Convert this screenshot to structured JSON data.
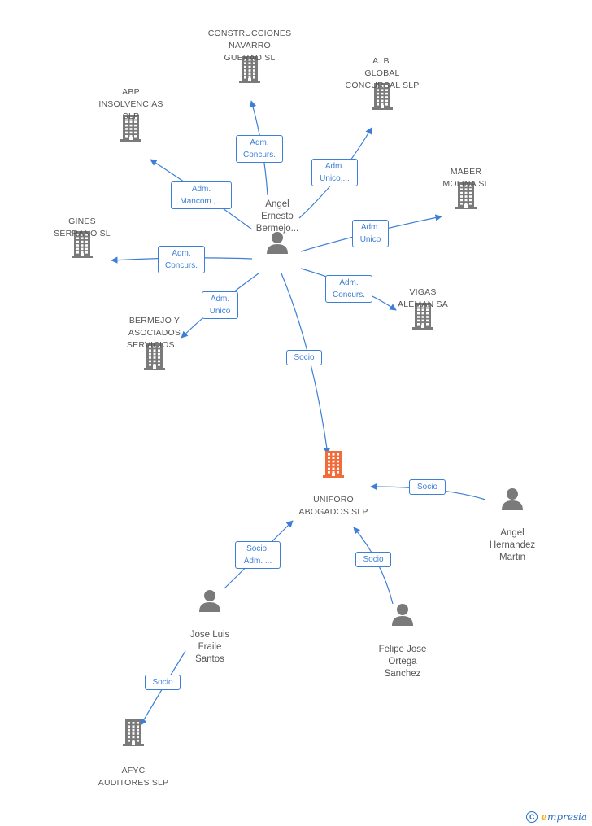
{
  "colors": {
    "edge": "#3d7fd6",
    "building": "#7a7a7a",
    "building_focus": "#f26b3a",
    "person": "#7a7a7a",
    "label": "#555555"
  },
  "nodes": {
    "uniforo": {
      "label": "UNIFORO\nABOGADOS SLP",
      "icon": "building-icon",
      "focus": true
    },
    "angel_bermejo": {
      "label": "Angel\nErnesto\nBermejo...",
      "icon": "person-icon"
    },
    "construcciones_navarro": {
      "label": "CONSTRUCCIONES\nNAVARRO\nGUERAO SL",
      "icon": "building-icon"
    },
    "ab_global": {
      "label": "A.  B.\nGLOBAL\nCONCURSAL SLP",
      "icon": "building-icon"
    },
    "abp_insolvencias": {
      "label": "ABP\nINSOLVENCIAS\nSLP",
      "icon": "building-icon"
    },
    "maber_molina": {
      "label": "MABER\nMOLINA SL",
      "icon": "building-icon"
    },
    "gines_serrano": {
      "label": "GINES\nSERRANO  SL",
      "icon": "building-icon"
    },
    "vigas_aleman": {
      "label": "VIGAS\nALEMAN SA",
      "icon": "building-icon"
    },
    "bermejo_asociados": {
      "label": "BERMEJO Y\nASOCIADOS\nSERVICIOS...",
      "icon": "building-icon"
    },
    "angel_hernandez": {
      "label": "Angel\nHernandez\nMartin",
      "icon": "person-icon"
    },
    "jose_luis_fraile": {
      "label": "Jose Luis\nFraile\nSantos",
      "icon": "person-icon"
    },
    "felipe_ortega": {
      "label": "Felipe Jose\nOrtega\nSanchez",
      "icon": "person-icon"
    },
    "afyc_auditores": {
      "label": "AFYC\nAUDITORES SLP",
      "icon": "building-icon"
    }
  },
  "edges": [
    {
      "id": "e1",
      "label": "Adm.\nConcurs."
    },
    {
      "id": "e2",
      "label": "Adm.\nUnico,..."
    },
    {
      "id": "e3",
      "label": "Adm.\nMancom.,..."
    },
    {
      "id": "e4",
      "label": "Adm.\nUnico"
    },
    {
      "id": "e5",
      "label": "Adm.\nConcurs."
    },
    {
      "id": "e6",
      "label": "Adm.\nConcurs."
    },
    {
      "id": "e7",
      "label": "Adm.\nUnico"
    },
    {
      "id": "e8",
      "label": "Socio"
    },
    {
      "id": "e9",
      "label": "Socio"
    },
    {
      "id": "e10",
      "label": "Socio,\nAdm. ..."
    },
    {
      "id": "e11",
      "label": "Socio"
    },
    {
      "id": "e12",
      "label": "Socio"
    }
  ],
  "brand": {
    "copyright": "C",
    "first_letter": "e",
    "rest": "mpresia"
  }
}
